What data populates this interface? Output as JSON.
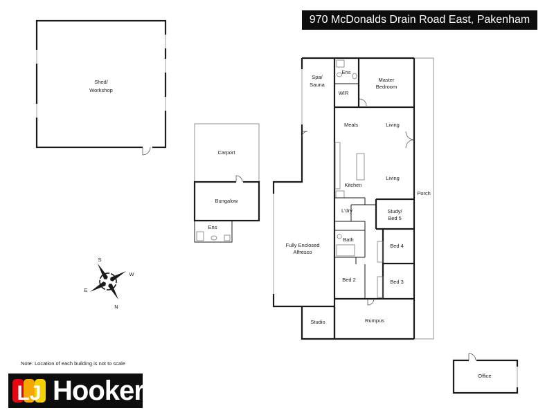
{
  "header": {
    "address": "970 McDonalds Drain Road East, Pakenham"
  },
  "note": "Note: Location of each building is not to scale",
  "logo": {
    "mark": "LJ",
    "text": "Hooker",
    "colors": [
      "#e30613",
      "#f7a600",
      "#f5d000"
    ]
  },
  "compass": {
    "n": "N",
    "s": "S",
    "e": "E",
    "w": "W"
  },
  "rooms": {
    "shed": [
      "Shed/",
      "Workshop"
    ],
    "carport": "Carport",
    "bungalow": "Bungalow",
    "bungalow_ens": "Ens",
    "spa": [
      "Spa/",
      "Sauna"
    ],
    "ens": "Ens",
    "master": [
      "Master",
      "Bedroom"
    ],
    "wir": "WIR",
    "meals": "Meals",
    "living_top": "Living",
    "living": "Living",
    "kitchen": "Kitchen",
    "laundry": "L'dry",
    "study": [
      "Study/",
      "Bed 5"
    ],
    "porch": "Porch",
    "alfresco": [
      "Fully Enclosed",
      "Alfresco"
    ],
    "bath": "Bath",
    "bed4": "Bed 4",
    "bed2": "Bed 2",
    "bed3": "Bed 3",
    "studio": "Studio",
    "rumpus": "Rumpus",
    "office": "Office"
  }
}
